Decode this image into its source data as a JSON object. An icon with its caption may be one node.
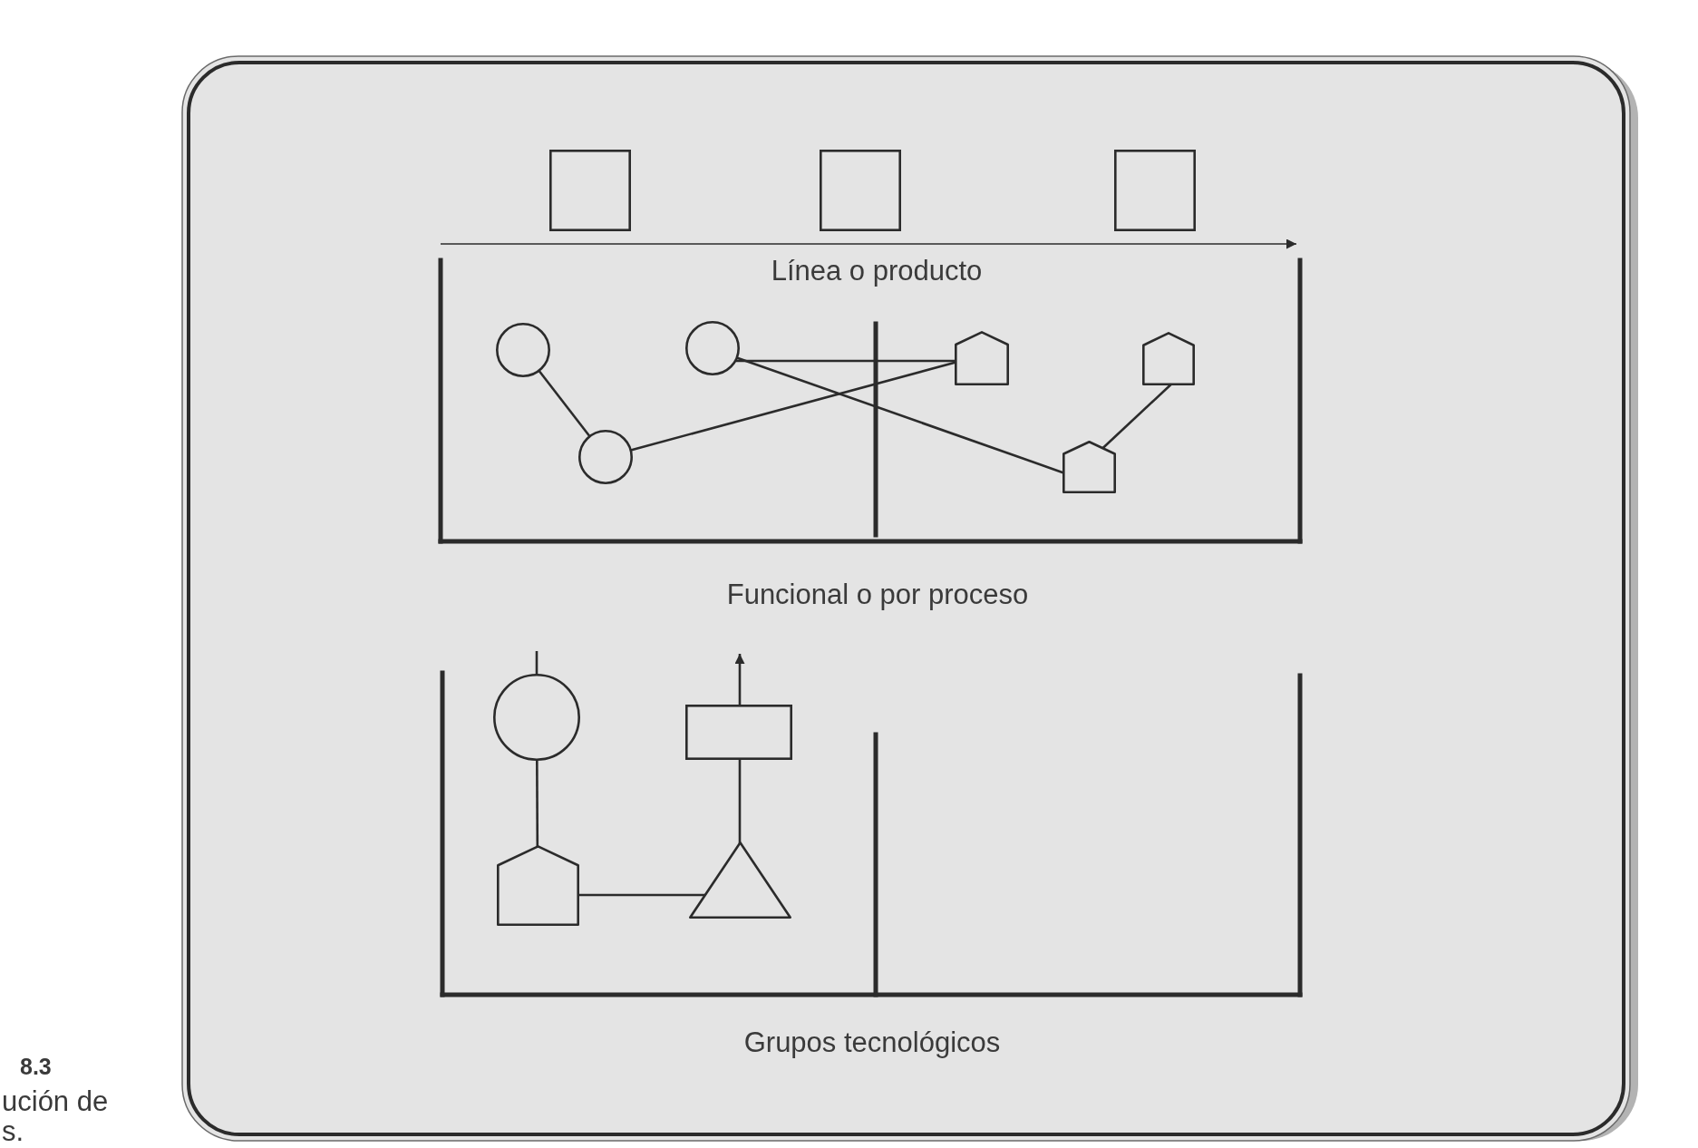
{
  "diagram": {
    "nodes": [
      {
        "text": [],
        "shape": "box"
      },
      {
        "text": [],
        "shape": "box"
      },
      {
        "text": [],
        "shape": "box"
      },
      {
        "text": [],
        "shape": "circle"
      },
      {
        "text": [],
        "shape": "circle"
      },
      {
        "text": [],
        "shape": "pentagon"
      },
      {
        "text": [],
        "shape": "pentagon"
      },
      {
        "text": [],
        "shape": "circle"
      },
      {
        "text": [],
        "shape": "pentagon"
      },
      {
        "text": [],
        "shape": "circle"
      },
      {
        "text": [],
        "shape": "box"
      },
      {
        "text": [],
        "shape": "pentagon"
      },
      {
        "text": [],
        "shape": "triangle"
      }
    ],
    "edges": [
      {
        "from": 3,
        "to": 7,
        "arrow": "none"
      },
      {
        "from": 7,
        "to": 5,
        "arrow": "none"
      },
      {
        "from": 4,
        "to": 5,
        "arrow": "none"
      },
      {
        "from": 4,
        "to": 8,
        "arrow": "none"
      },
      {
        "from": 8,
        "to": 6,
        "arrow": "none"
      },
      {
        "from": null,
        "to": 9,
        "arrow": "none"
      },
      {
        "from": 9,
        "to": 11,
        "arrow": "none"
      },
      {
        "from": 11,
        "to": 12,
        "arrow": "none"
      },
      {
        "from": 12,
        "to": 10,
        "arrow": "none"
      },
      {
        "from": 10,
        "to": null,
        "arrow": "to"
      }
    ],
    "labels": [
      "Línea o producto",
      "Funcional o por proceso",
      "Grupos tecnológicos",
      "8.3",
      "ución de s."
    ]
  }
}
